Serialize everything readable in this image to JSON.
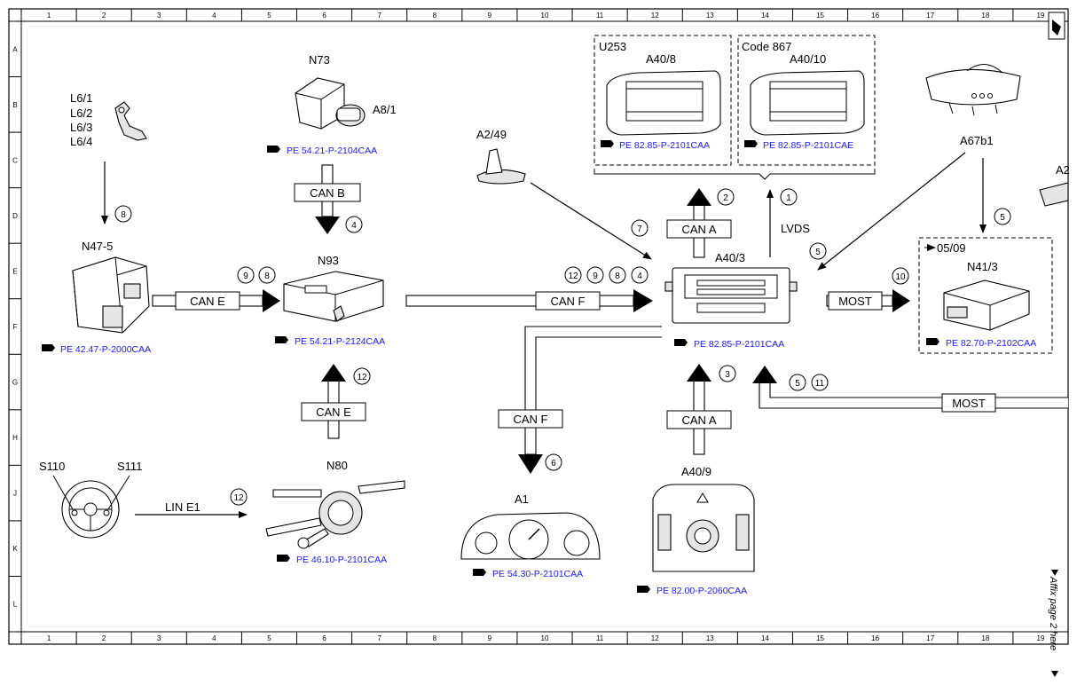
{
  "grid": {
    "columns": [
      "1",
      "2",
      "3",
      "4",
      "5",
      "6",
      "7",
      "8",
      "9",
      "10",
      "11",
      "12",
      "13",
      "14",
      "15",
      "16",
      "17",
      "18",
      "19"
    ],
    "rows": [
      "A",
      "B",
      "C",
      "D",
      "E",
      "F",
      "G",
      "H",
      "J",
      "K",
      "L"
    ]
  },
  "components": {
    "l6": [
      "L6/1",
      "L6/2",
      "L6/3",
      "L6/4"
    ],
    "n47": {
      "label": "N47-5",
      "ref": "PE 42.47-P-2000CAA"
    },
    "n73": {
      "label": "N73",
      "sub": "A8/1",
      "ref": "PE 54.21-P-2104CAA"
    },
    "n93": {
      "label": "N93",
      "ref": "PE 54.21-P-2124CAA"
    },
    "a249": {
      "label": "A2/49"
    },
    "u253": {
      "label": "U253",
      "sub": "A40/8",
      "ref": "PE 82.85-P-2101CAA"
    },
    "code867": {
      "label": "Code 867",
      "sub": "A40/10",
      "ref": "PE 82.85-P-2101CAE"
    },
    "a67b1": {
      "label": "A67b1"
    },
    "a40_3": {
      "label": "A40/3",
      "ref": "PE 82.85-P-2101CAA"
    },
    "n41": {
      "label": "N41/3",
      "date": "05/09",
      "ref": "PE 82.70-P-2102CAA"
    },
    "s110": {
      "label": "S110"
    },
    "s111": {
      "label": "S111"
    },
    "n80": {
      "label": "N80",
      "ref": "PE 46.10-P-2101CAA"
    },
    "a1": {
      "label": "A1",
      "ref": "PE 54.30-P-2101CAA"
    },
    "a40_9": {
      "label": "A40/9",
      "ref": "PE 82.00-P-2060CAA"
    },
    "a2_cut": {
      "label": "A2"
    }
  },
  "buses": {
    "can_b": "CAN B",
    "can_e1": "CAN E",
    "can_e2": "CAN E",
    "can_f1": "CAN F",
    "can_f2": "CAN F",
    "can_a1": "CAN A",
    "can_a2": "CAN A",
    "lvds": "LVDS",
    "most1": "MOST",
    "most2": "MOST",
    "lin": "LIN E1"
  },
  "callouts": {
    "c_a8": "8",
    "c_b4": "4",
    "c_e9": "9",
    "c_e8": "8",
    "c_f12": "12",
    "c_f9": "9",
    "c_f8": "8",
    "c_f4": "4",
    "c_g12": "12",
    "c_lin12": "12",
    "c_a6": "6",
    "c_a7": "7",
    "c_a2": "2",
    "c_a1": "1",
    "c_a3": "3",
    "c_m5a": "5",
    "c_m5b": "5",
    "c_m10": "10",
    "c_m5c": "5",
    "c_m11": "11"
  },
  "side_note": "Affix page 2 here"
}
